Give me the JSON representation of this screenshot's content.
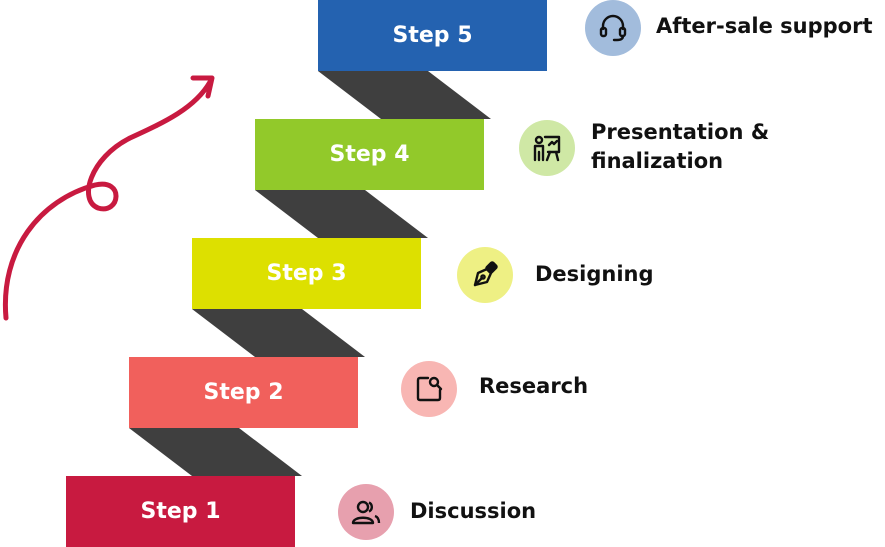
{
  "steps": [
    {
      "label": "Step 1",
      "description": "Discussion",
      "icon": "users-icon",
      "color": "#c81a40",
      "icon_bg": "#e7a0ae"
    },
    {
      "label": "Step 2",
      "description": "Research",
      "icon": "search-document-icon",
      "color": "#f1605c",
      "icon_bg": "#f8b6b3"
    },
    {
      "label": "Step 3",
      "description": "Designing",
      "icon": "pen-nib-icon",
      "color": "#dde000",
      "icon_bg": "#eef084"
    },
    {
      "label": "Step 4",
      "description": "Presentation &\nfinalization",
      "icon": "presentation-icon",
      "color": "#92c92a",
      "icon_bg": "#cfe8a5"
    },
    {
      "label": "Step 5",
      "description": "After-sale support",
      "icon": "headset-icon",
      "color": "#2462b0",
      "icon_bg": "#a2bcdc"
    }
  ],
  "colors": {
    "connector": "#3f3f3f",
    "arrow": "#c81a40",
    "text": "#111111"
  }
}
